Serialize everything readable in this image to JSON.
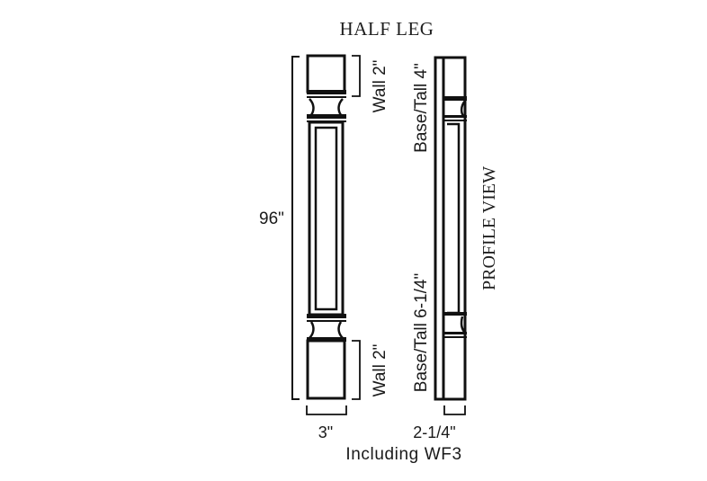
{
  "diagram": {
    "title": "HALF LEG",
    "front_view": {
      "height_label": "96\"",
      "width_label": "3\"",
      "top_block_label": "Wall 2\"",
      "bottom_block_label": "Wall 2\""
    },
    "profile_view": {
      "label": "PROFILE VIEW",
      "top_label": "Base/Tall 4\"",
      "bottom_label": "Base/Tall 6-1/4\"",
      "width_label": "2-1/4\"",
      "note": "Including WF3"
    },
    "colors": {
      "ink": "#111111",
      "background": "#ffffff"
    }
  }
}
